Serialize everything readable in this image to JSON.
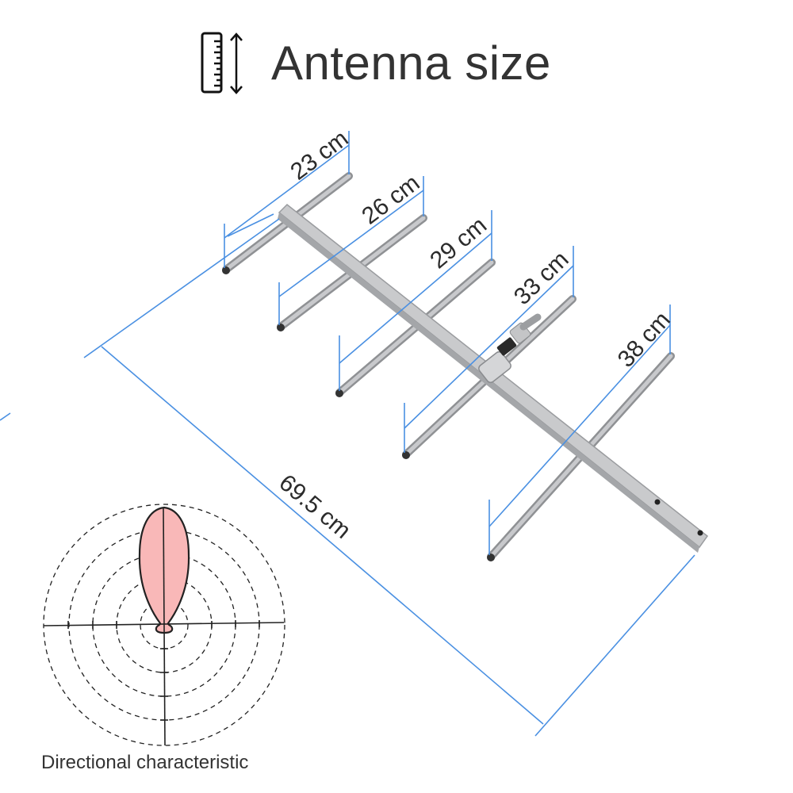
{
  "header": {
    "title": "Antenna size",
    "icon": "ruler-height-icon"
  },
  "elements": [
    {
      "name": "element-1",
      "label": "23 cm"
    },
    {
      "name": "element-2",
      "label": "26 cm"
    },
    {
      "name": "element-3",
      "label": "29 cm"
    },
    {
      "name": "element-4",
      "label": "33 cm"
    },
    {
      "name": "element-5",
      "label": "38 cm"
    }
  ],
  "boom": {
    "label": "69.5 cm"
  },
  "polar": {
    "caption": "Directional characteristic",
    "lobe_color": "#f9b8b8"
  },
  "colors": {
    "dimension_line": "#4a90e2",
    "text": "#333333",
    "metal": "#b5b7ba"
  }
}
